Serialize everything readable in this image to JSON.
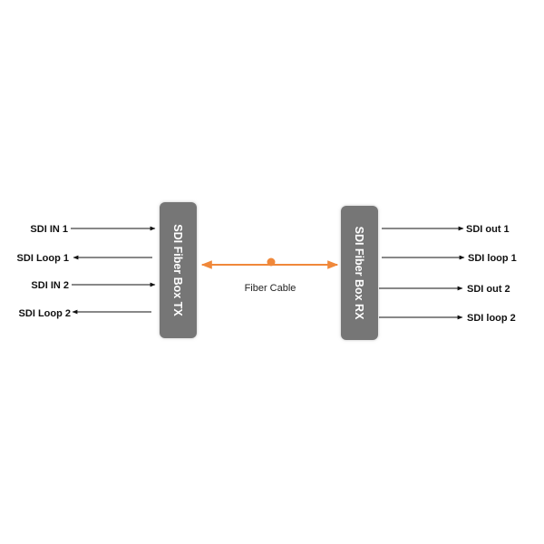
{
  "tx_box": {
    "label": "SDI Fiber Box TX",
    "color": "#767676"
  },
  "rx_box": {
    "label": "SDI Fiber Box RX",
    "color": "#767676"
  },
  "cable": {
    "label": "Fiber Cable",
    "color": "#f0883a"
  },
  "tx_ports": [
    {
      "label": "SDI IN 1",
      "direction": "in"
    },
    {
      "label": "SDI Loop 1",
      "direction": "out"
    },
    {
      "label": "SDI IN 2",
      "direction": "in"
    },
    {
      "label": "SDI Loop 2",
      "direction": "out"
    }
  ],
  "rx_ports": [
    {
      "label": "SDI out 1",
      "direction": "out"
    },
    {
      "label": "SDI loop 1",
      "direction": "out"
    },
    {
      "label": "SDI out 2",
      "direction": "out"
    },
    {
      "label": "SDI loop 2",
      "direction": "out"
    }
  ]
}
